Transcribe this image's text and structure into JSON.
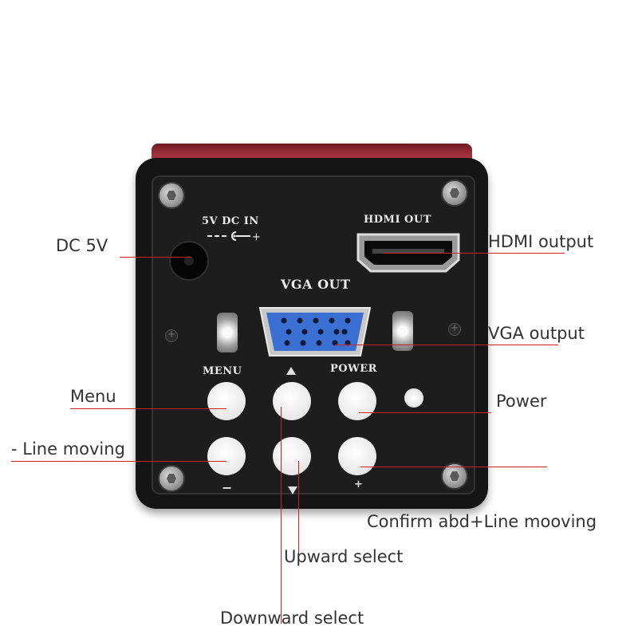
{
  "panel_labels": {
    "dc_in": "5V DC IN",
    "hdmi_out": "HDMI OUT",
    "vga_out": "VGA OUT",
    "menu": "MENU",
    "power": "POWER",
    "minus": "−",
    "plus": "+"
  },
  "callouts": {
    "dc": "DC 5V",
    "hdmi": "HDMI output",
    "vga": "VGA output",
    "menu": "Menu",
    "power": "Power",
    "line_moving": "- Line moving",
    "confirm": "Confirm abd+Line mooving",
    "upward": "Upward select",
    "downward": "Downward select"
  },
  "colors": {
    "callout_line": "#d02020",
    "housing": "#a83440",
    "vga_port": "#3b6fd1"
  }
}
